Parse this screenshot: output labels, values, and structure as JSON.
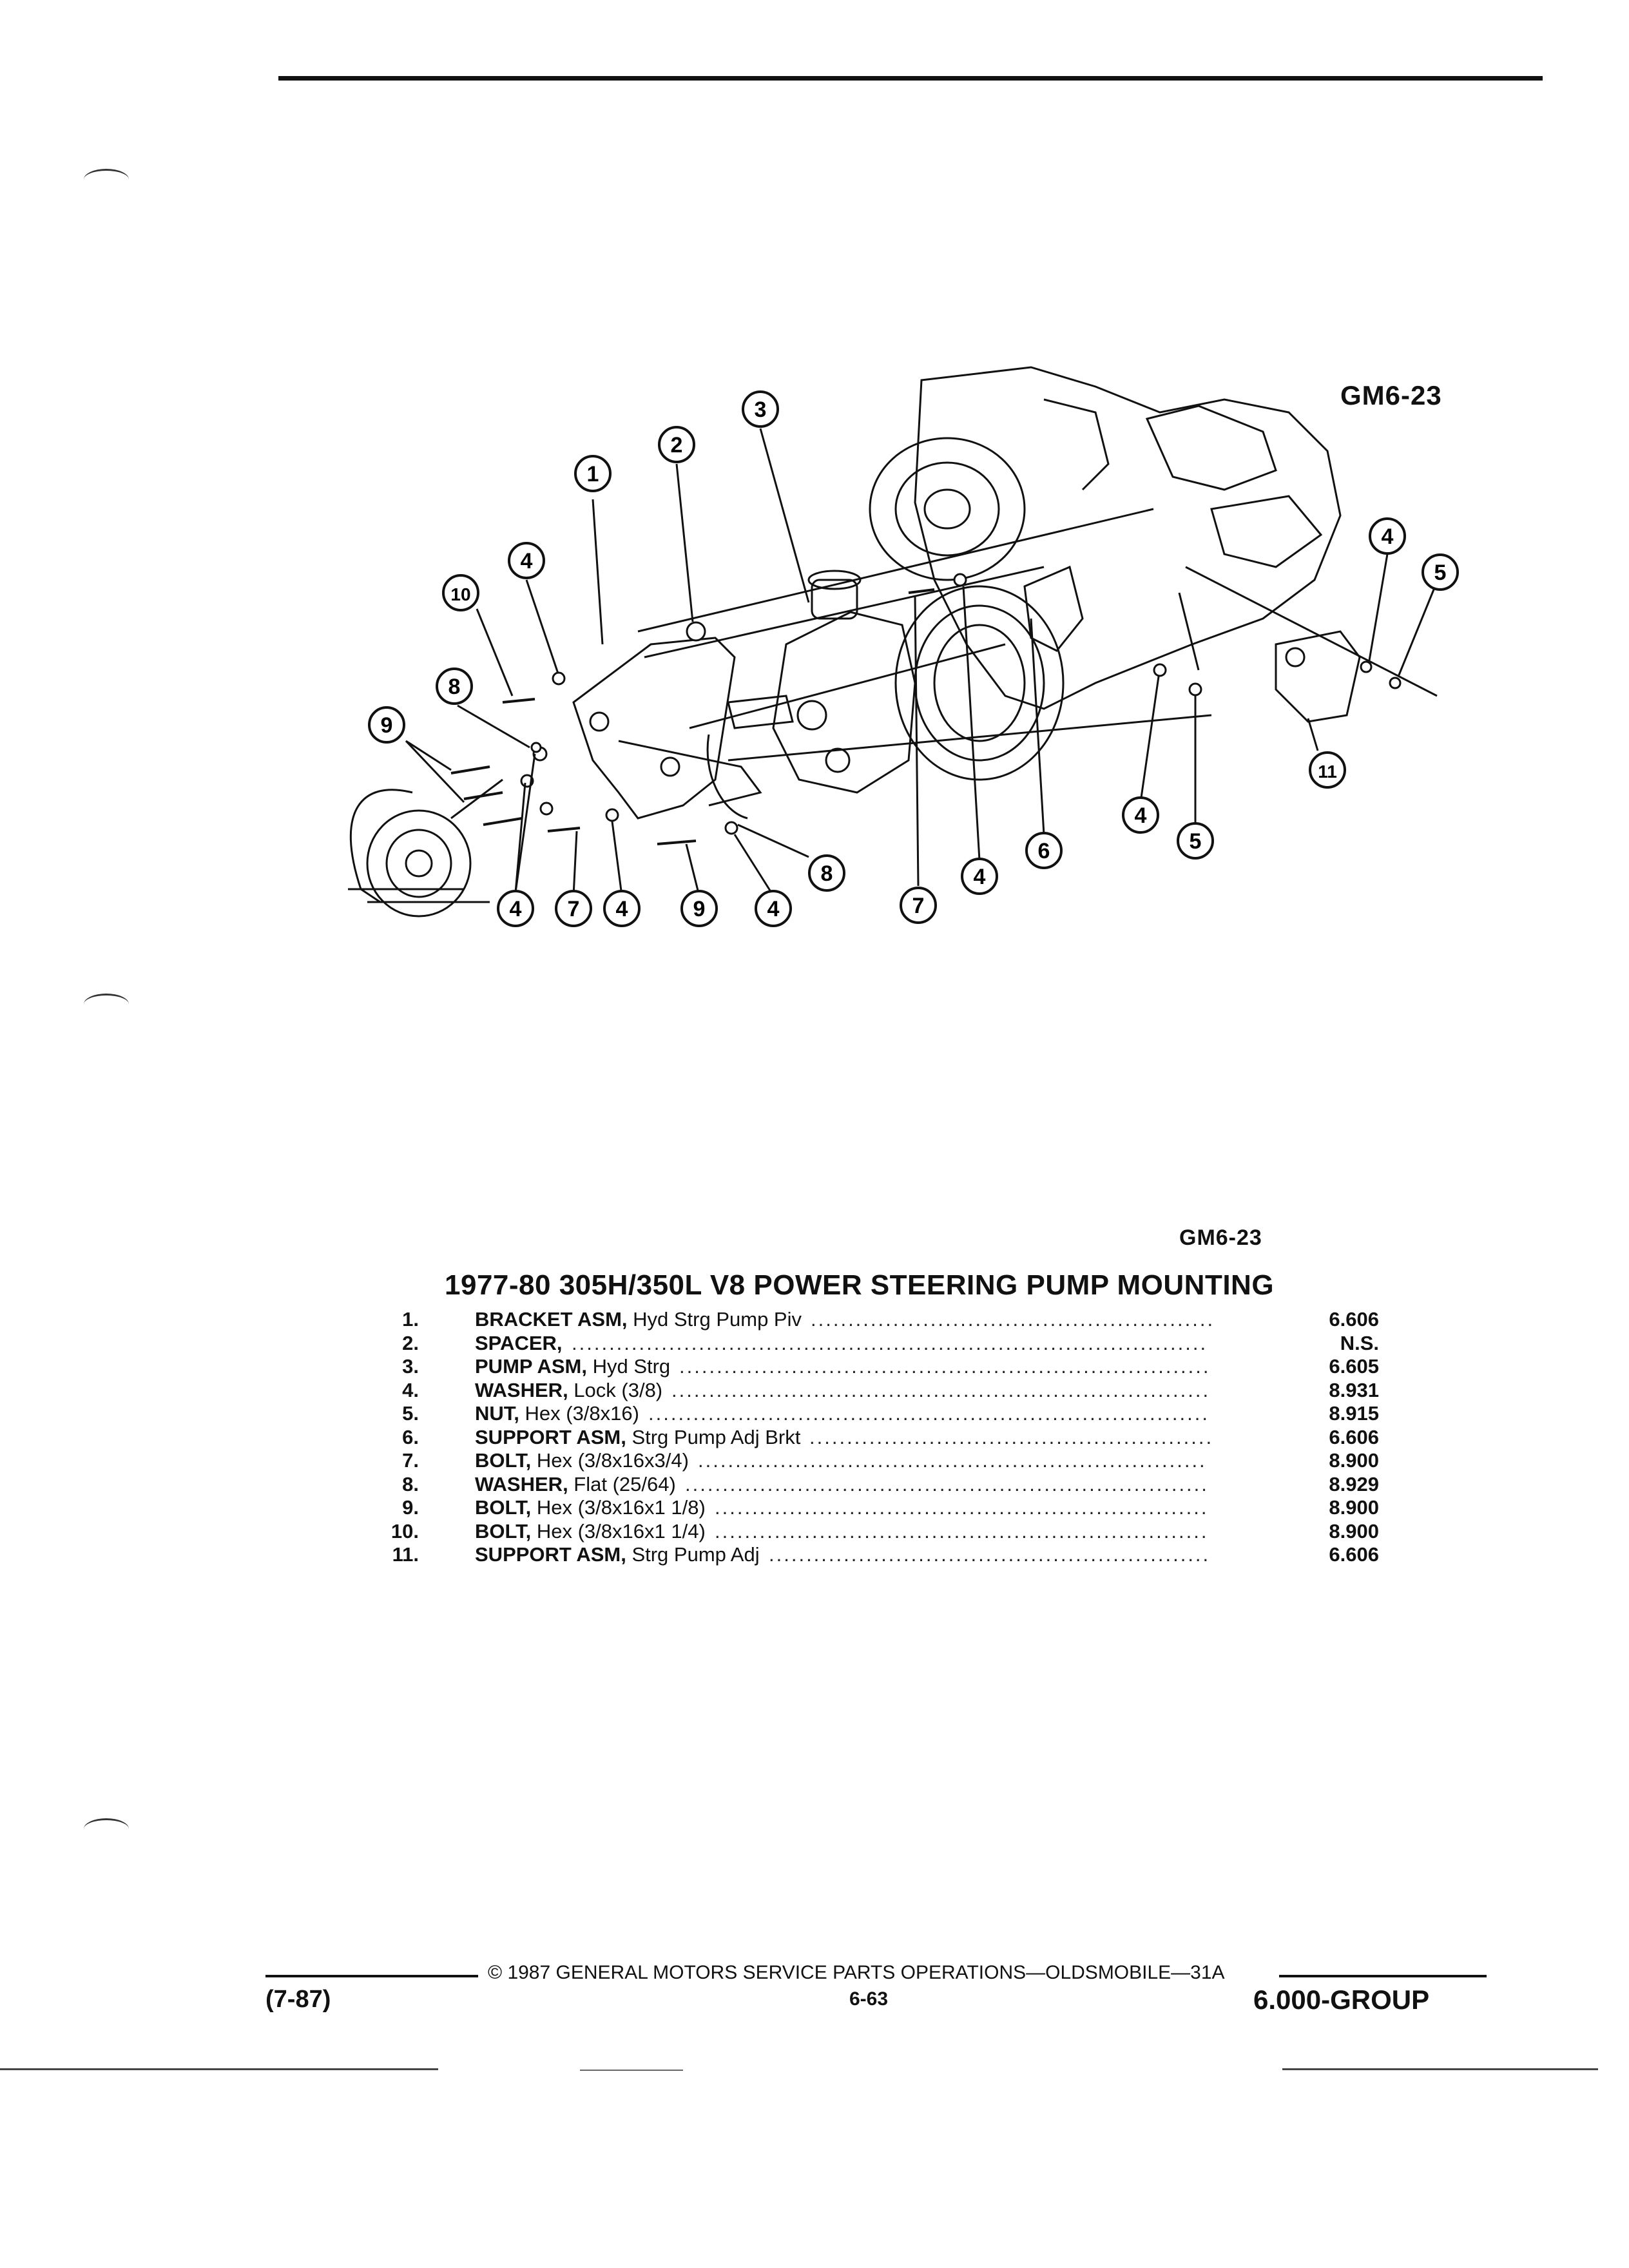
{
  "figure_id_top": "GM6-23",
  "figure_id_bottom": "GM6-23",
  "title": "1977-80 305H/350L V8 POWER STEERING PUMP MOUNTING",
  "parts": [
    {
      "num": "1.",
      "name": "BRACKET ASM,",
      "desc": "Hyd Strg Pump Piv",
      "code": "6.606"
    },
    {
      "num": "2.",
      "name": "SPACER,",
      "desc": "",
      "code": "N.S."
    },
    {
      "num": "3.",
      "name": "PUMP ASM,",
      "desc": "Hyd Strg",
      "code": "6.605"
    },
    {
      "num": "4.",
      "name": "WASHER,",
      "desc": "Lock (3/8)",
      "code": "8.931"
    },
    {
      "num": "5.",
      "name": "NUT,",
      "desc": "Hex (3/8x16)",
      "code": "8.915"
    },
    {
      "num": "6.",
      "name": "SUPPORT ASM,",
      "desc": "Strg Pump Adj Brkt",
      "code": "6.606"
    },
    {
      "num": "7.",
      "name": "BOLT,",
      "desc": "Hex (3/8x16x3/4)",
      "code": "8.900"
    },
    {
      "num": "8.",
      "name": "WASHER,",
      "desc": "Flat (25/64)",
      "code": "8.929"
    },
    {
      "num": "9.",
      "name": "BOLT,",
      "desc": "Hex (3/8x16x1 1/8)",
      "code": "8.900"
    },
    {
      "num": "10.",
      "name": "BOLT,",
      "desc": "Hex (3/8x16x1 1/4)",
      "code": "8.900"
    },
    {
      "num": "11.",
      "name": "SUPPORT ASM,",
      "desc": "Strg Pump Adj",
      "code": "6.606"
    }
  ],
  "callouts": [
    "1",
    "2",
    "3",
    "4",
    "10",
    "8",
    "9",
    "4",
    "7",
    "4",
    "9",
    "4",
    "8",
    "7",
    "4",
    "6",
    "4",
    "5",
    "11",
    "4",
    "5"
  ],
  "footer": {
    "revision": "(7-87)",
    "copyright": "© 1987 GENERAL MOTORS SERVICE PARTS OPERATIONS—OLDSMOBILE—31A",
    "page": "6-63",
    "group": "6.000-GROUP"
  }
}
